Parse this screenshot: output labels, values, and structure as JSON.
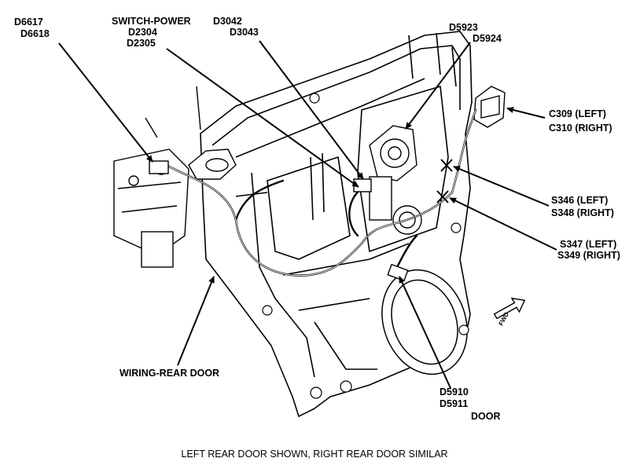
{
  "callouts": {
    "d6617": "D6617",
    "d6618": "D6618",
    "switch_power": "SWITCH-POWER",
    "d2304": "D2304",
    "d2305": "D2305",
    "d3042": "D3042",
    "d3043": "D3043",
    "d5923": "D5923",
    "d5924": "D5924",
    "c309": "C309 (LEFT)",
    "c310": "C310 (RIGHT)",
    "s346": "S346 (LEFT)",
    "s348": "S348 (RIGHT)",
    "s347": "S347 (LEFT)",
    "s349": "S349 (RIGHT)",
    "wiring_rear_door": "WIRING-REAR DOOR",
    "d5910": "D5910",
    "d5911": "D5911",
    "door": "DOOR"
  },
  "fwd_label": "FWD",
  "caption": "LEFT REAR DOOR SHOWN, RIGHT REAR DOOR SIMILAR"
}
